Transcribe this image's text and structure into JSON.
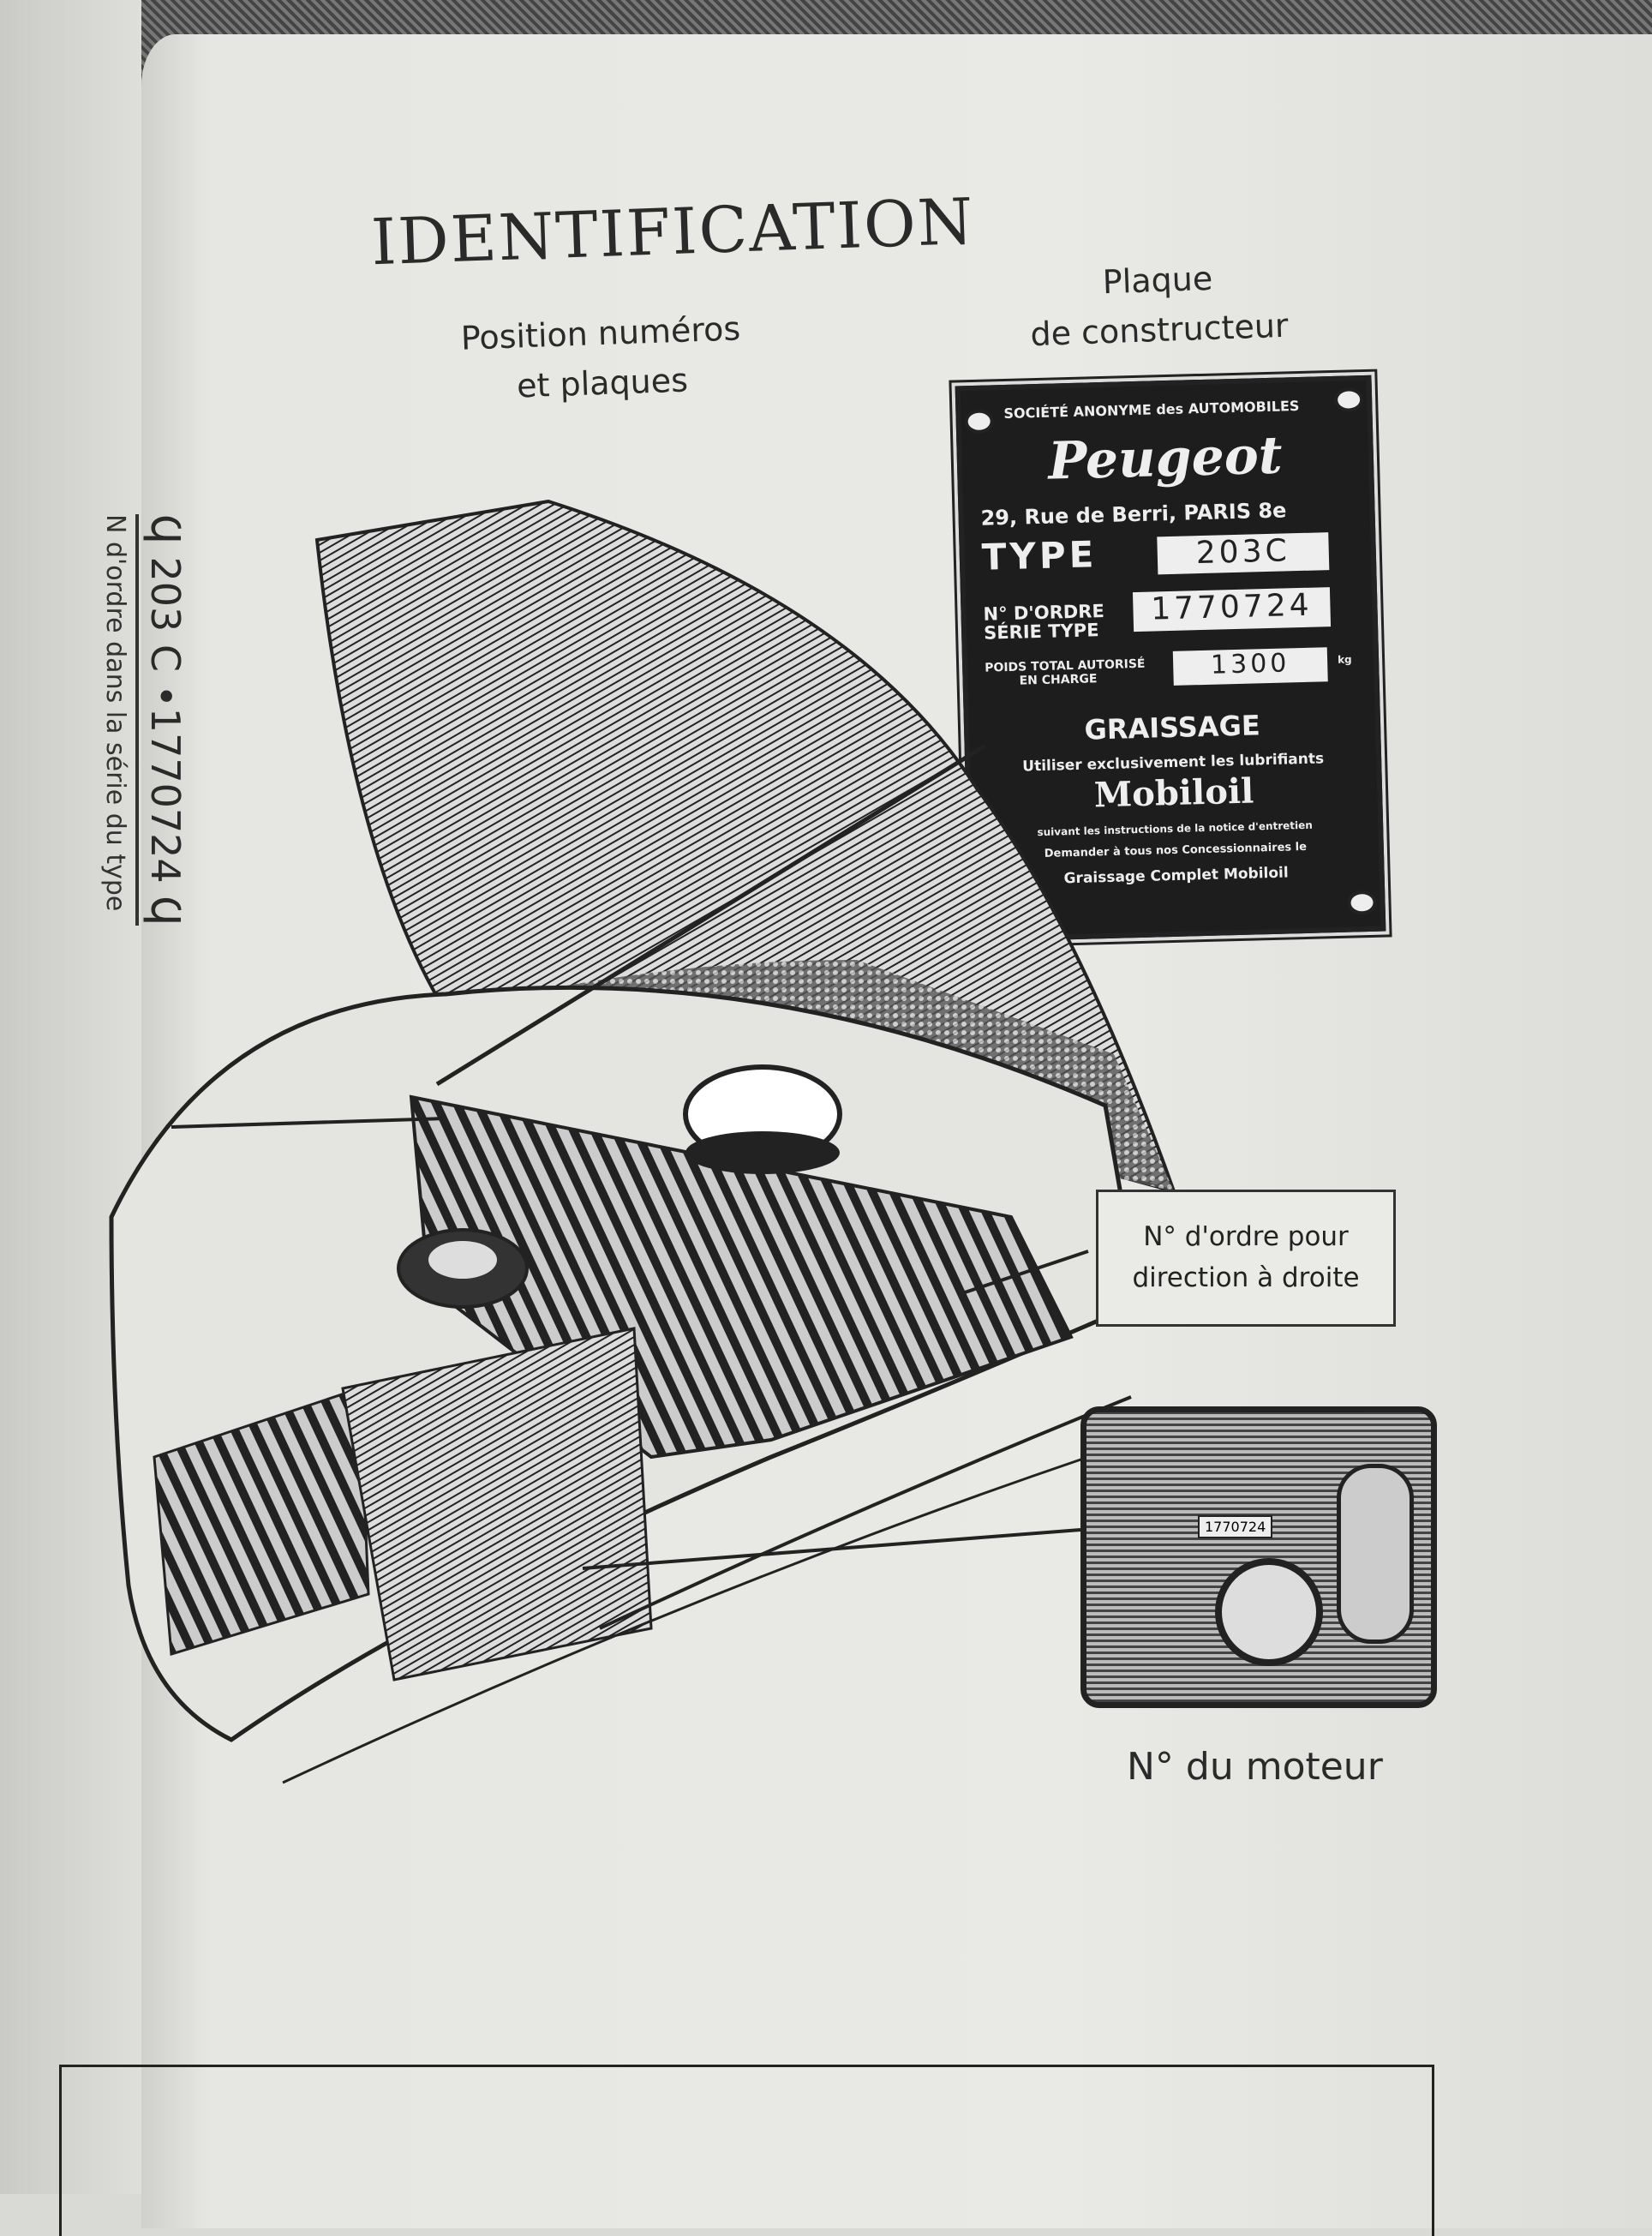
{
  "page": {
    "title": "IDENTIFICATION",
    "position_label": [
      "Position numéros",
      "et plaques"
    ],
    "plate_heading": [
      "Plaque",
      "de constructeur"
    ]
  },
  "plate": {
    "company": "SOCIÉTÉ ANONYME des AUTOMOBILES",
    "brand": "Peugeot",
    "address": "29, Rue de Berri, PARIS 8e",
    "type_label": "TYPE",
    "type_value": "203C",
    "order_label": [
      "N° D'ORDRE",
      "SÉRIE TYPE"
    ],
    "order_value": "1770724",
    "weight_label": [
      "POIDS TOTAL AUTORISÉ",
      "EN CHARGE"
    ],
    "weight_value": "1300",
    "weight_unit": "kg",
    "lubrication_title": "GRAISSAGE",
    "lubrication_text": "Utiliser exclusivement les lubrifiants",
    "lubricant_brand": "Mobiloil",
    "instructions_1": "suivant les instructions de la notice d'entretien",
    "instructions_2": "Demander à tous nos Concessionnaires le",
    "instructions_3": "Graissage Complet Mobiloil"
  },
  "chassis_stamp": {
    "number": "Ϥ 203 C •1770724 Ϥ",
    "caption": "N d'ordre dans la série du type"
  },
  "callouts": {
    "right_drive": [
      "N° d'ordre pour",
      "direction à droite"
    ],
    "engine_number_label": "N° du moteur",
    "engine_stamp": "1770724"
  }
}
